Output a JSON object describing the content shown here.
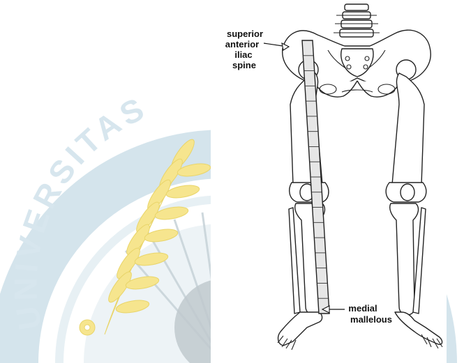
{
  "watermark": {
    "text": "UNIVERSITAS",
    "colors": {
      "light_blue": "#cfe1ea",
      "ring": "#c4d9e4",
      "yellow": "#f6e58e",
      "gray": "#9aa7ad"
    }
  },
  "diagram": {
    "labels": {
      "top": [
        "superior",
        "anterior",
        "iliac",
        "spine"
      ],
      "bottom": [
        "medial",
        "mallelous"
      ]
    },
    "tape_segments": 18,
    "colors": {
      "bone_stroke": "#222222",
      "tape_fill": "#e6e6e6",
      "background": "#ffffff"
    }
  }
}
